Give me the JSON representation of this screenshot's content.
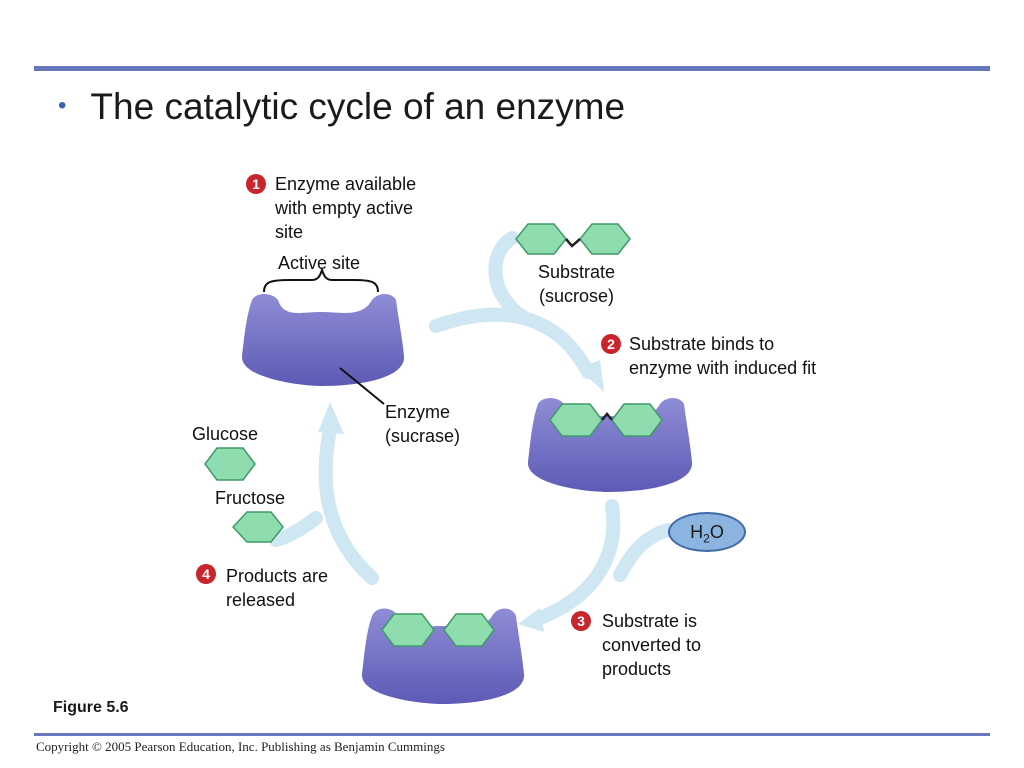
{
  "title": "The catalytic cycle of an enzyme",
  "steps": [
    {
      "number": "1",
      "text_lines": [
        "Enzyme available",
        "with empty active",
        "site"
      ]
    },
    {
      "number": "2",
      "text_lines": [
        "Substrate binds to",
        "enzyme with induced fit"
      ]
    },
    {
      "number": "3",
      "text_lines": [
        "Substrate is",
        "converted to",
        "products"
      ]
    },
    {
      "number": "4",
      "text_lines": [
        "Products are",
        "released"
      ]
    }
  ],
  "labels": {
    "active_site": "Active site",
    "substrate_lines": [
      "Substrate",
      "(sucrose)"
    ],
    "enzyme_lines": [
      "Enzyme",
      "(sucrase)"
    ],
    "glucose": "Glucose",
    "fructose": "Fructose",
    "water": {
      "base": "H",
      "subscript": "2",
      "rest": "O"
    }
  },
  "figure_label": "Figure 5.6",
  "copyright": "Copyright © 2005 Pearson Education, Inc. Publishing as Benjamin Cummings",
  "colors": {
    "enzyme": "#7a78c8",
    "enzyme_dark": "#5a58b0",
    "substrate_fill": "#8fdcae",
    "substrate_stroke": "#3f9a68",
    "arrow": "#cfe6f3",
    "rule": "#6677bb",
    "step_badge": "#c8252c",
    "water_fill": "#8bb4e0"
  }
}
